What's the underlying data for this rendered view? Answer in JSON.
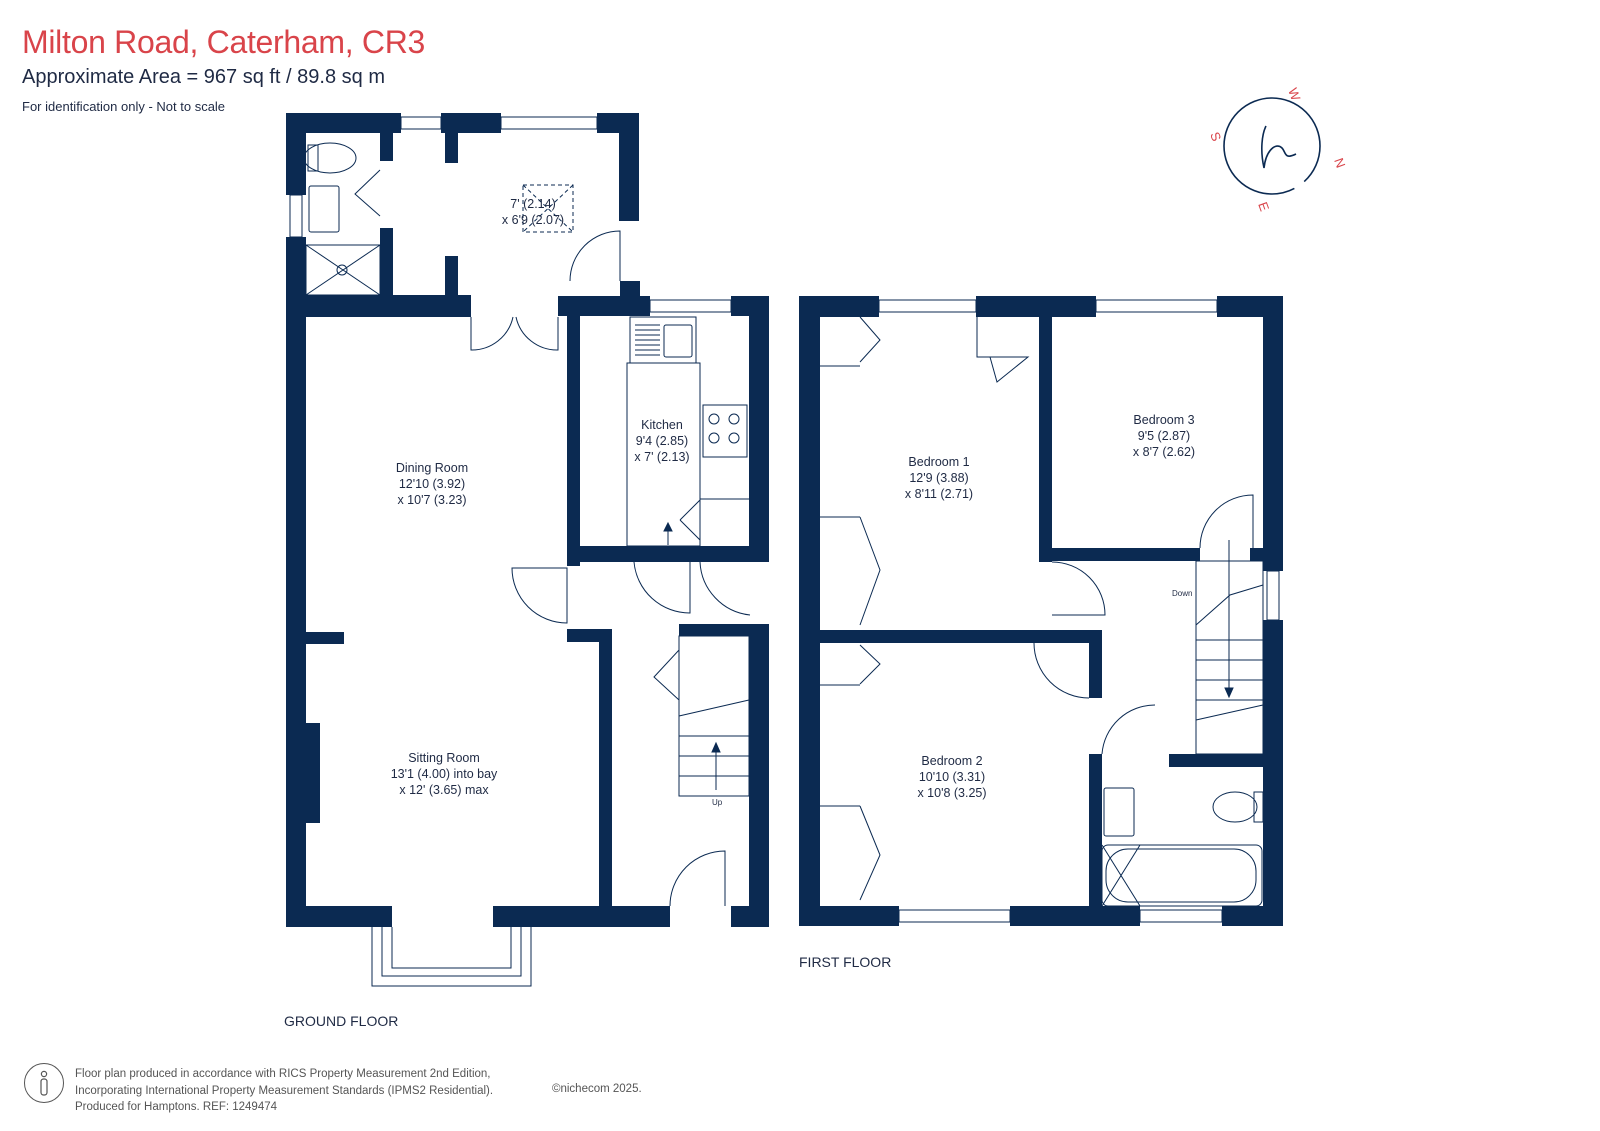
{
  "header": {
    "title": "Milton Road, Caterham, CR3",
    "approx_area": "Approximate Area = 967 sq ft / 89.8 sq m",
    "note": "For identification only - Not to scale"
  },
  "colors": {
    "wall": "#0b2a52",
    "title_red": "#d9444a",
    "text": "#1f2a44"
  },
  "compass": {
    "letters": [
      "W",
      "N",
      "E",
      "S"
    ],
    "logo": "h"
  },
  "ground_floor": {
    "label": "GROUND FLOOR",
    "rooms": {
      "utility": {
        "name": "",
        "dim1": "7' (2.14)",
        "dim2": "x 6'9 (2.07)"
      },
      "dining": {
        "name": "Dining Room",
        "dim1": "12'10 (3.92)",
        "dim2": "x 10'7 (3.23)"
      },
      "kitchen": {
        "name": "Kitchen",
        "dim1": "9'4 (2.85)",
        "dim2": "x 7' (2.13)"
      },
      "sitting": {
        "name": "Sitting Room",
        "dim1": "13'1 (4.00) into bay",
        "dim2": "x 12' (3.65) max"
      }
    },
    "stairs_label": "Up"
  },
  "first_floor": {
    "label": "FIRST FLOOR",
    "rooms": {
      "bedroom1": {
        "name": "Bedroom 1",
        "dim1": "12'9 (3.88)",
        "dim2": "x 8'11 (2.71)"
      },
      "bedroom3": {
        "name": "Bedroom 3",
        "dim1": "9'5 (2.87)",
        "dim2": "x 8'7 (2.62)"
      },
      "bedroom2": {
        "name": "Bedroom 2",
        "dim1": "10'10 (3.31)",
        "dim2": "x 10'8 (3.25)"
      }
    },
    "stairs_label": "Down"
  },
  "footer": {
    "line1": "Floor plan produced in accordance with RICS Property Measurement 2nd Edition,",
    "line2": "Incorporating International Property Measurement Standards (IPMS2 Residential).",
    "line3": "Produced for Hamptons.   REF:  1249474",
    "copyright": "©nichecom 2025."
  }
}
